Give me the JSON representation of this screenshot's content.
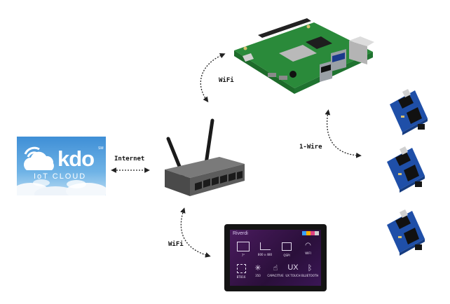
{
  "cloud_logo": {
    "brand": "kdo",
    "tm": "SM",
    "subtitle": "IoT CLOUD",
    "sky_color": "#5aa3d8"
  },
  "links": {
    "internet": "Internet",
    "wifi_pi": "WiFi",
    "wifi_display": "WiFi",
    "one_wire": "1-Wire"
  },
  "display": {
    "brand": "Riverdi",
    "tiles": [
      {
        "icon": "screen-size-icon",
        "label": "7\""
      },
      {
        "icon": "resolution-icon",
        "label": "800 x 480"
      },
      {
        "icon": "qspi-icon",
        "label": "QSPI"
      },
      {
        "icon": "wifi-icon",
        "label": "WIFI"
      },
      {
        "icon": "chip-icon",
        "label": "BT816"
      },
      {
        "icon": "brightness-icon",
        "label": "350"
      },
      {
        "icon": "touch-icon",
        "label": "CAPACITIVE"
      },
      {
        "icon": "ux-icon",
        "label": "UX TOUCH"
      },
      {
        "icon": "bluetooth-icon",
        "label": "BLUETOOTH"
      }
    ]
  },
  "devices": [
    "router",
    "raspberry-pi",
    "display",
    "temperature-sensor",
    "temperature-sensor",
    "temperature-sensor"
  ]
}
